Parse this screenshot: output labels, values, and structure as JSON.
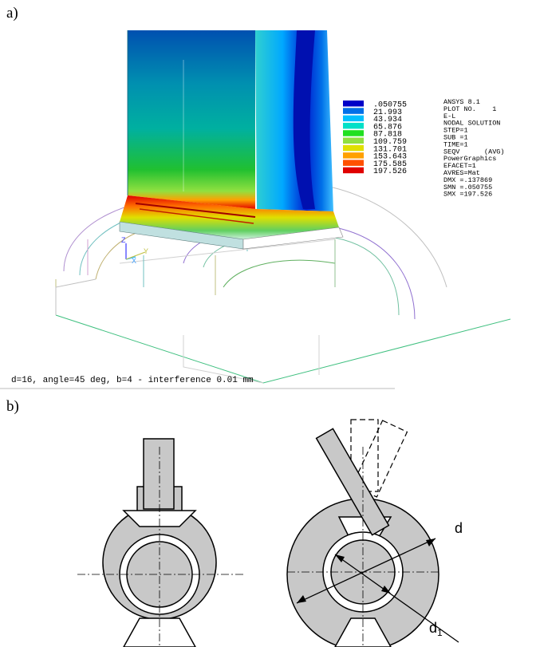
{
  "labels": {
    "a": "a)",
    "b": "b)"
  },
  "legend": {
    "values": [
      ".050755",
      "21.993",
      "43.934",
      "65.876",
      "87.818",
      "109.759",
      "131.701",
      "153.643",
      "175.585",
      "197.526"
    ],
    "colors": [
      "#0000c8",
      "#0070e8",
      "#00c0ff",
      "#00e0c8",
      "#20e020",
      "#90e040",
      "#e0e000",
      "#ffa000",
      "#ff5000",
      "#e00000"
    ]
  },
  "ansys_info": [
    "ANSYS 8.1",
    "PLOT NO.    1",
    "E-L",
    "NODAL SOLUTION",
    "STEP=1",
    "SUB =1",
    "TIME=1",
    "SEQV      (AVG)",
    "PowerGraphics",
    "EFACET=1",
    "AVRES=Mat",
    "DMX =.137869",
    "SMN =.050755",
    "SMX =197.526"
  ],
  "caption": "d=16, angle=45 deg, b=4 - interference 0.01 mm",
  "triad": {
    "z": "Z",
    "x": "X",
    "y": "Y"
  },
  "dims": {
    "d": "d",
    "d1": "d",
    "d1_sub": "1"
  }
}
